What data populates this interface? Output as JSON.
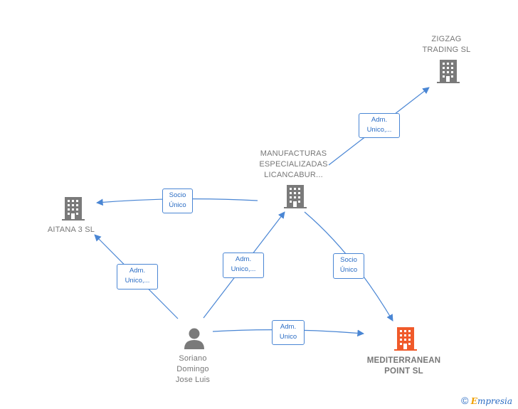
{
  "nodes": {
    "zigzag": {
      "lines": [
        "ZIGZAG",
        "TRADING  SL"
      ]
    },
    "manufacturas": {
      "lines": [
        "MANUFACTURAS",
        "ESPECIALIZADAS",
        "LICANCABUR..."
      ]
    },
    "aitana": {
      "lines": [
        "AITANA 3 SL"
      ]
    },
    "mediterranean": {
      "lines": [
        "MEDITERRANEAN",
        "POINT  SL"
      ]
    },
    "soriano": {
      "lines": [
        "Soriano",
        "Domingo",
        "Jose Luis"
      ]
    }
  },
  "edges": {
    "manuf_zigzag": [
      "Adm.",
      "Unico,..."
    ],
    "manuf_aitana": [
      "Socio",
      "Único"
    ],
    "soriano_aitana": [
      "Adm.",
      "Unico,..."
    ],
    "soriano_manuf": [
      "Adm.",
      "Unico,..."
    ],
    "manuf_med": [
      "Socio",
      "Único"
    ],
    "soriano_med": [
      "Adm.",
      "Unico"
    ]
  },
  "colors": {
    "edge": "#4a86d4",
    "building": "#7a7a7a",
    "building_highlight": "#f05a2a",
    "person": "#7a7a7a"
  },
  "icons": {
    "company": "building-icon",
    "person": "person-icon"
  },
  "footer": {
    "symbol": "©",
    "brand_initial": "E",
    "brand_rest": "mpresia"
  }
}
